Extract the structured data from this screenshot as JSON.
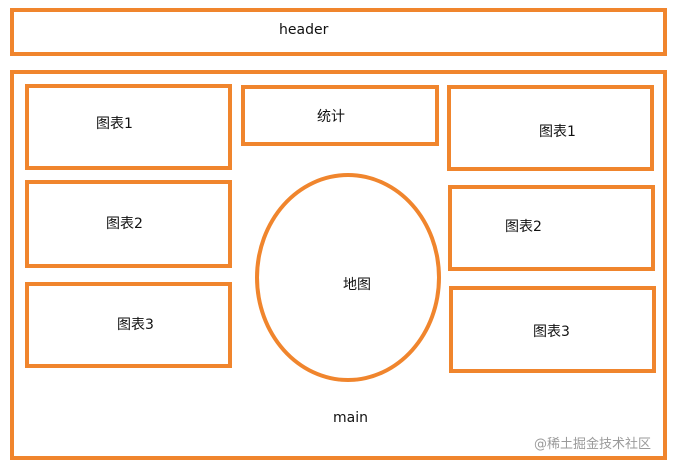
{
  "header": {
    "label": "header"
  },
  "main": {
    "label": "main",
    "left": [
      {
        "label": "图表1"
      },
      {
        "label": "图表2"
      },
      {
        "label": "图表3"
      }
    ],
    "center": {
      "stats_label": "统计",
      "map_label": "地图"
    },
    "right": [
      {
        "label": "图表1"
      },
      {
        "label": "图表2"
      },
      {
        "label": "图表3"
      }
    ]
  },
  "watermark": "@稀土掘金技术社区",
  "colors": {
    "accent": "#f0852d"
  }
}
